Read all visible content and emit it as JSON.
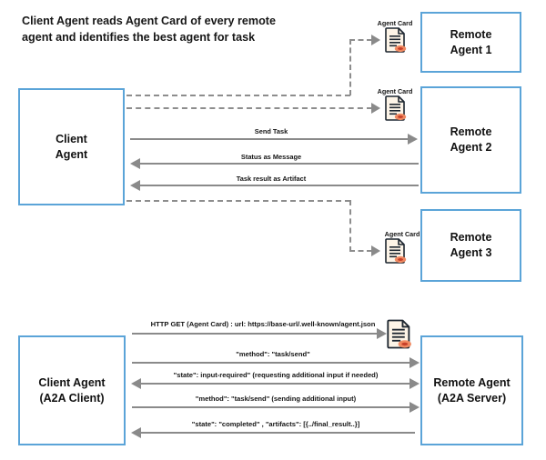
{
  "diagram": {
    "title": "Client Agent reads Agent Card of every remote\nagent and identifies the best agent for task",
    "colors": {
      "box_border": "#5ba4d8",
      "arrow": "#8a8a8a",
      "dashed": "#8d8d8d",
      "seal": "#e8663c",
      "doc_fill": "#fdf6ec",
      "text": "#141414"
    }
  },
  "top_section": {
    "client_box": {
      "label": "Client\nAgent"
    },
    "remote_boxes": [
      {
        "label": "Remote\nAgent 1"
      },
      {
        "label": "Remote\nAgent 2"
      },
      {
        "label": "Remote\nAgent 3"
      }
    ],
    "agent_cards": [
      {
        "label": "Agent Card",
        "icon": "document-seal-icon"
      },
      {
        "label": "Agent Card",
        "icon": "document-seal-icon"
      },
      {
        "label": "Agent Card",
        "icon": "document-seal-icon"
      }
    ],
    "messages": [
      {
        "label": "Send Task",
        "direction": "right"
      },
      {
        "label": "Status as Message",
        "direction": "left"
      },
      {
        "label": "Task result as Artifact",
        "direction": "left"
      }
    ]
  },
  "bottom_section": {
    "client_box": {
      "label": "Client Agent\n(A2A Client)"
    },
    "remote_box": {
      "label": "Remote Agent\n(A2A Server)"
    },
    "agent_card": {
      "icon": "document-seal-icon"
    },
    "messages": [
      {
        "label": "HTTP GET (Agent Card) : url: https://base-url/.well-known/agent.json",
        "direction": "right"
      },
      {
        "label": "\"method\": \"task/send\"",
        "direction": "right"
      },
      {
        "label": "\"state\": input-required\" (requesting additional input if needed)",
        "direction": "both"
      },
      {
        "label": "\"method\":  \"task/send\" (sending additional input)",
        "direction": "right"
      },
      {
        "label": "\"state\": \"completed\" , \"artifacts\": [{../final_result..}]",
        "direction": "left"
      }
    ]
  }
}
